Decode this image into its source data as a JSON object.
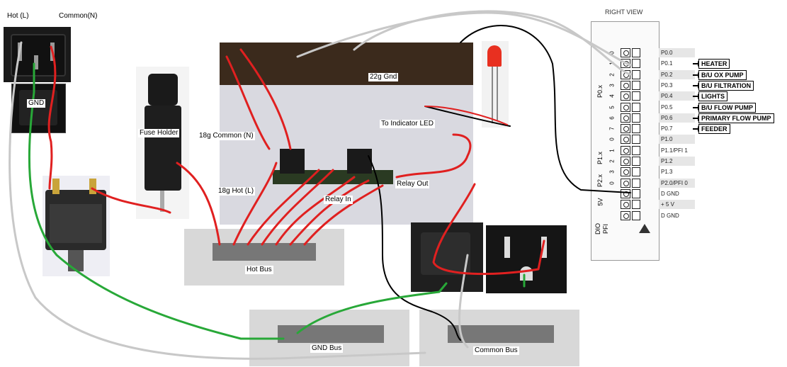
{
  "labels": {
    "hot_l": "Hot (L)",
    "common_n": "Common(N)",
    "gnd": "GND",
    "fuse_holder": "Fuse Holder",
    "common_18g": "18g Common (N)",
    "hot_18g": "18g Hot (L)",
    "gnd_22g": "22g Gnd",
    "to_indicator_led": "To Indicator LED",
    "relay_in": "Relay In",
    "relay_out": "Relay Out",
    "hot_bus": "Hot Bus",
    "gnd_bus": "GND Bus",
    "common_bus": "Common Bus"
  },
  "module": {
    "title": "RIGHT VIEW",
    "groups": [
      "P0.x",
      "P1.x",
      "P2.x",
      "5V"
    ],
    "dio_label": "DIO",
    "pfi_label": "PFI",
    "pins": [
      {
        "num": "0",
        "label": "P0.0",
        "shade": true
      },
      {
        "num": "1",
        "label": "P0.1",
        "shade": false
      },
      {
        "num": "2",
        "label": "P0.2",
        "shade": true
      },
      {
        "num": "3",
        "label": "P0.3",
        "shade": false
      },
      {
        "num": "4",
        "label": "P0.4",
        "shade": true
      },
      {
        "num": "5",
        "label": "P0.5",
        "shade": false
      },
      {
        "num": "6",
        "label": "P0.6",
        "shade": true
      },
      {
        "num": "7",
        "label": "P0.7",
        "shade": false
      },
      {
        "num": "0",
        "label": "P1.0",
        "shade": true
      },
      {
        "num": "1",
        "label": "P1.1/PFI 1",
        "shade": false
      },
      {
        "num": "2",
        "label": "P1.2",
        "shade": true
      },
      {
        "num": "3",
        "label": "P1.3",
        "shade": false
      },
      {
        "num": "0",
        "label": "P2.0/PFI 0",
        "shade": true
      },
      {
        "num": "",
        "label": "D GND",
        "shade": false
      },
      {
        "num": "",
        "label": "+ 5 V",
        "shade": true
      },
      {
        "num": "",
        "label": "D GND",
        "shade": false
      }
    ]
  },
  "outputs": [
    "HEATER",
    "B/U OX PUMP",
    "B/U FILTRATION",
    "LIGHTS",
    "B/U FLOW PUMP",
    "PRIMARY FLOW PUMP",
    "FEEDER"
  ],
  "colors": {
    "hot": "#e02020",
    "ground": "#28a838",
    "common": "#c8c8c8",
    "signal": "#000000"
  }
}
